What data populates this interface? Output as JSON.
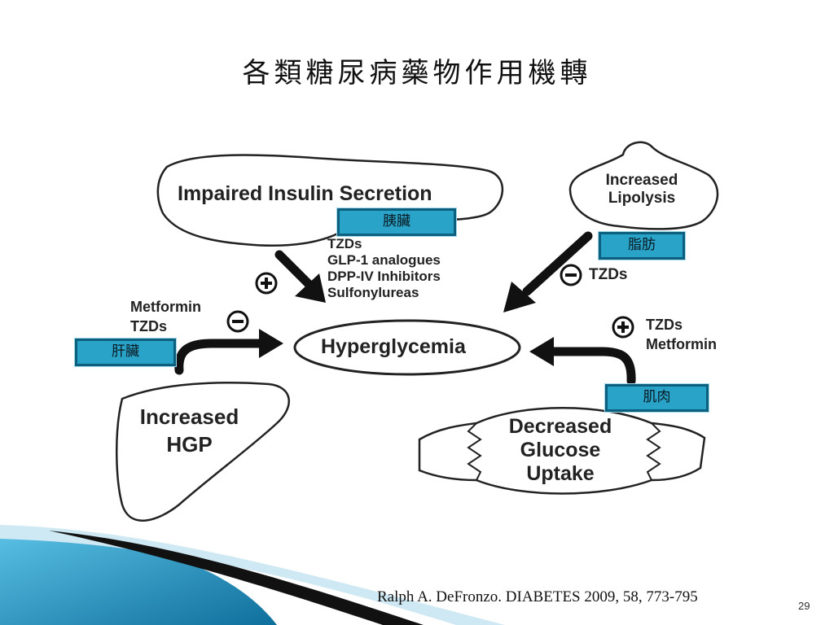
{
  "slide": {
    "title": "各類糖尿病藥物作用機轉",
    "citation": "Ralph A. DeFronzo. DIABETES 2009, 58, 773-795",
    "page_number": "29"
  },
  "diagram": {
    "center": "Hyperglycemia",
    "pancreas": {
      "label": "Impaired Insulin Secretion",
      "tag": "胰臟",
      "sign": "+",
      "drugs": [
        "TZDs",
        "GLP-1 analogues",
        "DPP-IV Inhibitors",
        "Sulfonylureas"
      ]
    },
    "adipose": {
      "label_line1": "Increased",
      "label_line2": "Lipolysis",
      "tag": "脂肪",
      "sign": "−",
      "drug": "TZDs"
    },
    "liver": {
      "label_line1": "Increased",
      "label_line2": "HGP",
      "tag": "肝臟",
      "sign": "−",
      "drugs": [
        "Metformin",
        "TZDs"
      ]
    },
    "muscle": {
      "label_line1": "Decreased",
      "label_line2": "Glucose",
      "label_line3": "Uptake",
      "tag": "肌肉",
      "sign": "+",
      "drugs": [
        "TZDs",
        "Metformin"
      ]
    }
  },
  "colors": {
    "tag_fill": "#2aa3c8",
    "tag_border": "#0d5f7e",
    "decor_blue": "#1f8fbf",
    "decor_black": "#111111"
  }
}
